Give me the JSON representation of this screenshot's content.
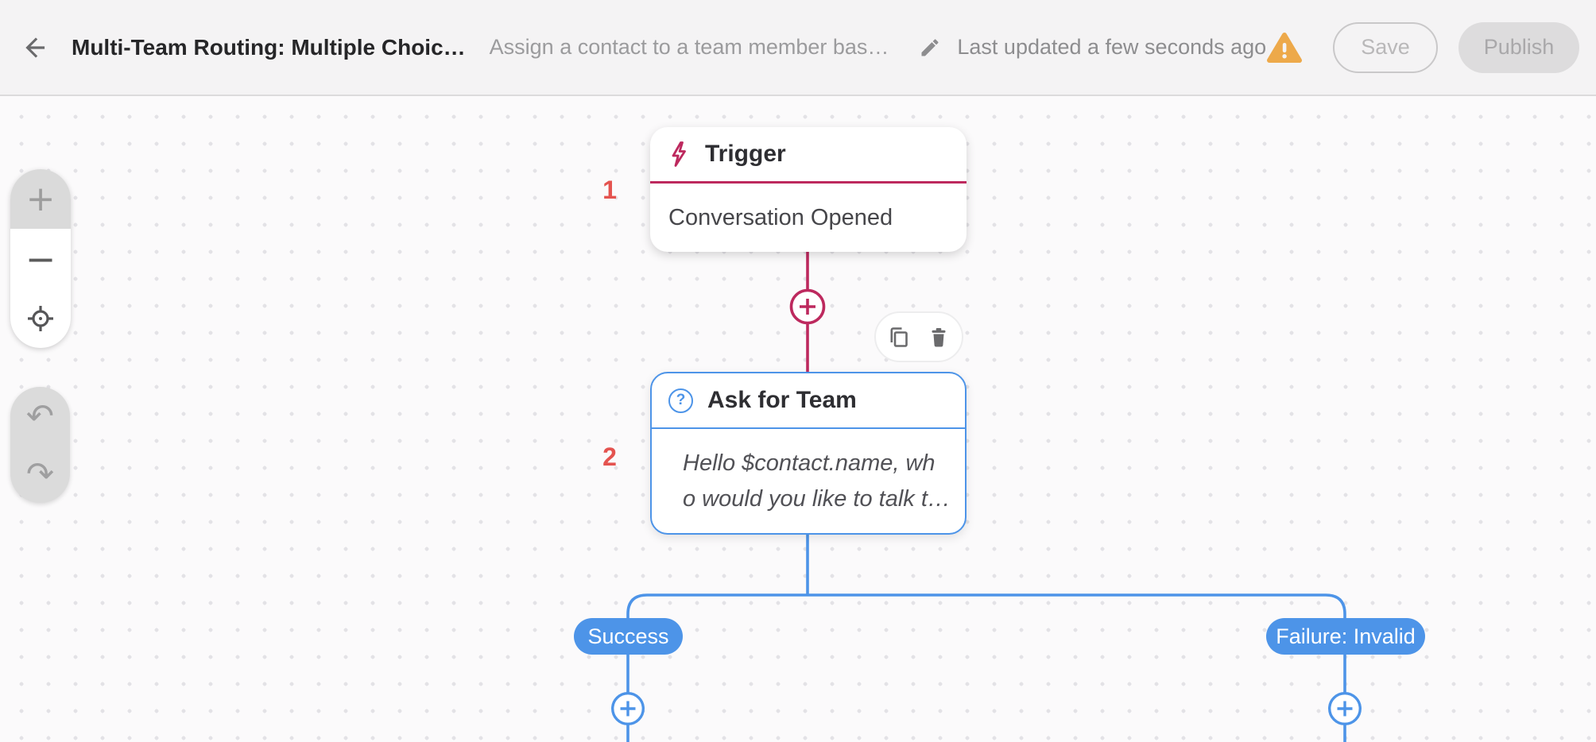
{
  "header": {
    "back_icon": "arrow-left",
    "title": "Multi-Team Routing: Multiple Choic…",
    "subtitle": "Assign a contact to a team member bas…",
    "edit_icon": "pencil",
    "last_updated": "Last updated a few seconds ago",
    "warning_icon": "warning-triangle",
    "buttons": {
      "save": "Save",
      "publish": "Publish"
    }
  },
  "canvas": {
    "zoom_toolbar": {
      "zoom_in": "+",
      "zoom_out": "−",
      "recenter_icon": "crosshair"
    },
    "history_toolbar": {
      "undo": "↶",
      "redo": "↷"
    },
    "steps": [
      {
        "index": "1",
        "title": "Trigger",
        "icon": "lightning-bolt",
        "body": "Conversation Opened"
      },
      {
        "index": "2",
        "title": "Ask for Team",
        "icon": "question-mark-circle",
        "question_glyph": "?",
        "list_icon": "bulleted-list",
        "body_line1": "Hello $contact.name, wh",
        "body_line2": "o would you like to talk t…"
      }
    ],
    "node_actions": {
      "copy_icon": "copy",
      "delete_icon": "trash"
    },
    "branches": [
      {
        "label": "Success"
      },
      {
        "label": "Failure: Invalid"
      }
    ],
    "colors": {
      "trigger_accent": "#bd295e",
      "branch_accent": "#4d94e8",
      "step_number_red": "#e4534f",
      "warning_amber": "#eda94a",
      "list_icon_teal": "#4db3c8",
      "topbar_bg": "#f4f3f4",
      "canvas_bg": "#fbfafb"
    }
  }
}
